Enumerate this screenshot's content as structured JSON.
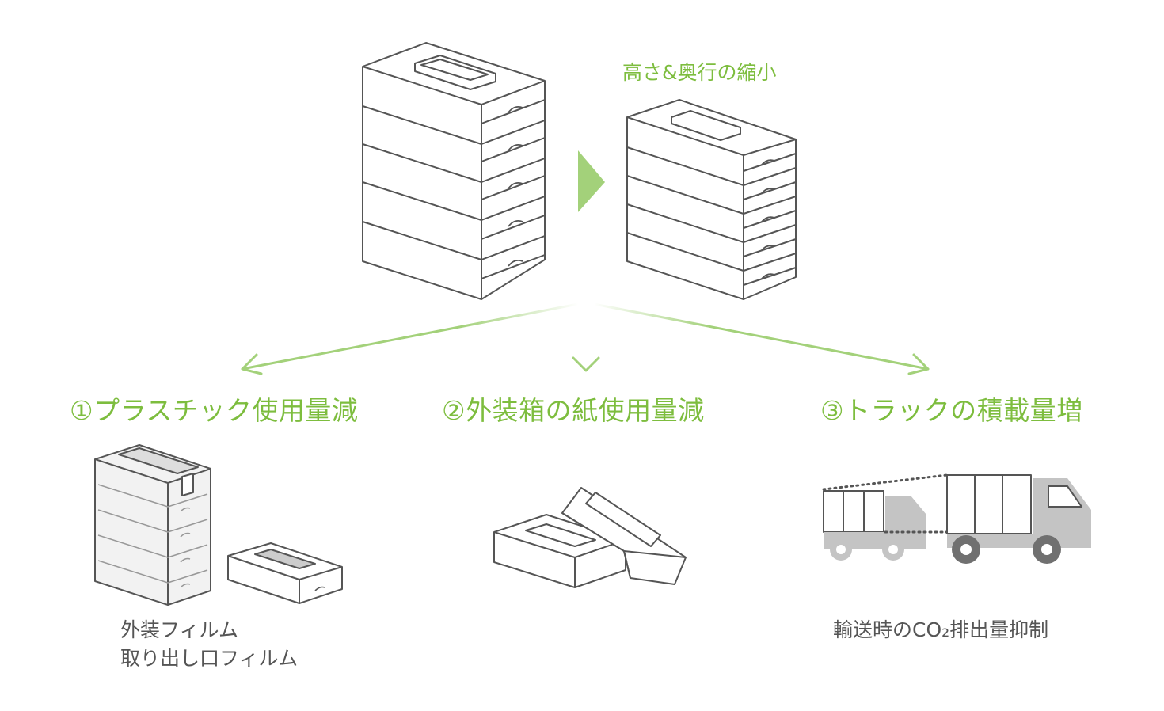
{
  "top_caption": "高さ&奥行の縮小",
  "benefits": [
    {
      "label": "①プラスチック使用量減"
    },
    {
      "label": "②外装箱の紙使用量減"
    },
    {
      "label": "③トラックの積載量増"
    }
  ],
  "notes": {
    "plastic": [
      "外装フィルム",
      "取り出し口フィルム"
    ],
    "truck": "輸送時のCO₂排出量抑制"
  },
  "colors": {
    "accent_green": "#7dbd3e",
    "arrow_green": "#a3d17a",
    "outline": "#555555",
    "truck_gray": "#c4c4c4",
    "wheel_gray": "#707070"
  }
}
